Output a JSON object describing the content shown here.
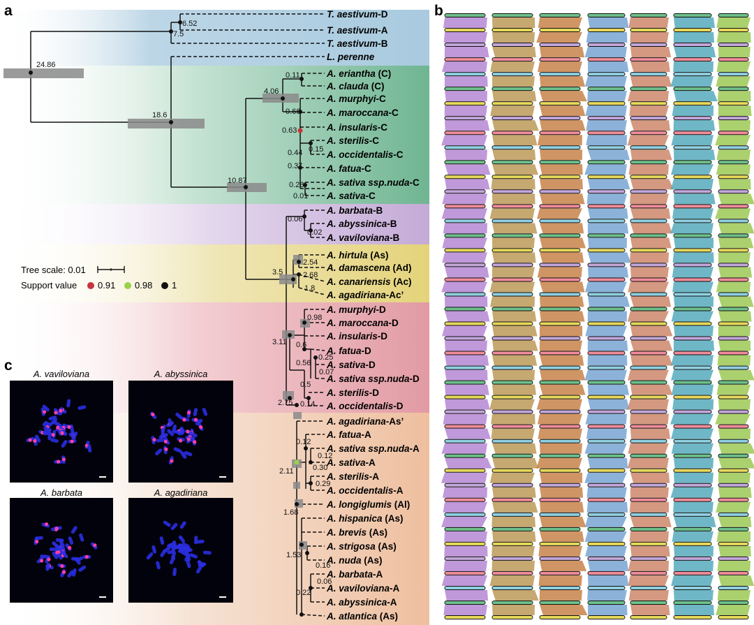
{
  "panels": {
    "a": "a",
    "b": "b",
    "c": "c"
  },
  "legend": {
    "tree_scale": "Tree scale: 0.01",
    "support_label": "Support value",
    "support_values": [
      {
        "label": "0.91",
        "color": "#c8343e"
      },
      {
        "label": "0.98",
        "color": "#9bd14a"
      },
      {
        "label": "1",
        "color": "#111111"
      }
    ]
  },
  "taxa": [
    {
      "italic": "T. aestivum",
      "suffix": "-D"
    },
    {
      "italic": "T. aestivum",
      "suffix": "-A"
    },
    {
      "italic": "T. aestivum",
      "suffix": "-B"
    },
    {
      "italic": "L. perenne",
      "suffix": ""
    },
    {
      "italic": "A. eriantha",
      "suffix": " (C)"
    },
    {
      "italic": "A. clauda",
      "suffix": " (C)"
    },
    {
      "italic": "A. murphyi",
      "suffix": "-C"
    },
    {
      "italic": "A. maroccana",
      "suffix": "-C"
    },
    {
      "italic": "A. insularis",
      "suffix": "-C"
    },
    {
      "italic": "A. sterilis",
      "suffix": "-C"
    },
    {
      "italic": "A. occidentalis",
      "suffix": "-C"
    },
    {
      "italic": "A. fatua",
      "suffix": "-C"
    },
    {
      "italic": "A. sativa ssp.nuda",
      "suffix": "-C"
    },
    {
      "italic": "A. sativa",
      "suffix": "-C"
    },
    {
      "italic": "A. barbata",
      "suffix": "-B"
    },
    {
      "italic": "A. abyssinica",
      "suffix": "-B"
    },
    {
      "italic": "A. vaviloviana",
      "suffix": "-B"
    },
    {
      "italic": "A. hirtula",
      "suffix": " (As)"
    },
    {
      "italic": "A. damascena",
      "suffix": " (Ad)"
    },
    {
      "italic": "A. canariensis",
      "suffix": " (Ac)"
    },
    {
      "italic": "A. agadiriana",
      "suffix": "-Ac’"
    },
    {
      "italic": "A. murphyi",
      "suffix": "-D"
    },
    {
      "italic": "A. maroccana",
      "suffix": "-D"
    },
    {
      "italic": "A. insularis",
      "suffix": "-D"
    },
    {
      "italic": "A. fatua",
      "suffix": "-D"
    },
    {
      "italic": "A. sativa",
      "suffix": "-D"
    },
    {
      "italic": "A. sativa ssp.nuda",
      "suffix": "-D"
    },
    {
      "italic": "A. sterilis",
      "suffix": "-D"
    },
    {
      "italic": "A. occidentalis",
      "suffix": "-D"
    },
    {
      "italic": "A. agadiriana",
      "suffix": "-As’"
    },
    {
      "italic": "A. fatua",
      "suffix": "-A"
    },
    {
      "italic": "A. sativa ssp.nuda",
      "suffix": "-A"
    },
    {
      "italic": "A. sativa",
      "suffix": "-A"
    },
    {
      "italic": "A. sterilis",
      "suffix": "-A"
    },
    {
      "italic": "A. occidentalis",
      "suffix": "-A"
    },
    {
      "italic": "A. longiglumis",
      "suffix": " (Al)"
    },
    {
      "italic": "A. hispanica",
      "suffix": " (As)"
    },
    {
      "italic": "A. brevis",
      "suffix": " (As)"
    },
    {
      "italic": "A. strigosa",
      "suffix": " (As)"
    },
    {
      "italic": "A. nuda",
      "suffix": " (As)"
    },
    {
      "italic": "A. barbata",
      "suffix": "-A"
    },
    {
      "italic": "A. vaviloviana",
      "suffix": "-A"
    },
    {
      "italic": "A. abyssinica",
      "suffix": "-A"
    },
    {
      "italic": "A. atlantica",
      "suffix": " (As)"
    }
  ],
  "node_labels": [
    "24.86",
    "6.52",
    "7.5",
    "18.6",
    "10.87",
    "4.06",
    "0.11",
    "0.66",
    "0.63",
    "0.44",
    "0.15",
    "0.37",
    "0.28",
    "0.01",
    "0.06",
    "0.02",
    "3.5",
    "2.54",
    "2.68",
    "1.8",
    "0.98",
    "3.11",
    "0.6",
    "0.25",
    "0.56",
    "0.07",
    "0.5",
    "0.14",
    "2.75",
    "0.12",
    "0.12",
    "0.30",
    "2.11",
    "0.29",
    "1.68",
    "1.53",
    "0.16",
    "0.06",
    "0.22"
  ],
  "micrographs": [
    "A. vaviloviana",
    "A. abyssinica",
    "A. barbata",
    "A. agadiriana"
  ],
  "colors": {
    "clade_T": "#bcd6e6",
    "clade_C": "#7fbf9f",
    "clade_B": "#cdb6db",
    "clade_Ac": "#e9dc8f",
    "clade_D": "#e9a6ad",
    "clade_A": "#f0c9ad",
    "synteny": [
      "#b07fd1",
      "#b8924e",
      "#c47a3d",
      "#6f9fcf",
      "#c98060",
      "#4ba5b8",
      "#96c44a"
    ]
  }
}
